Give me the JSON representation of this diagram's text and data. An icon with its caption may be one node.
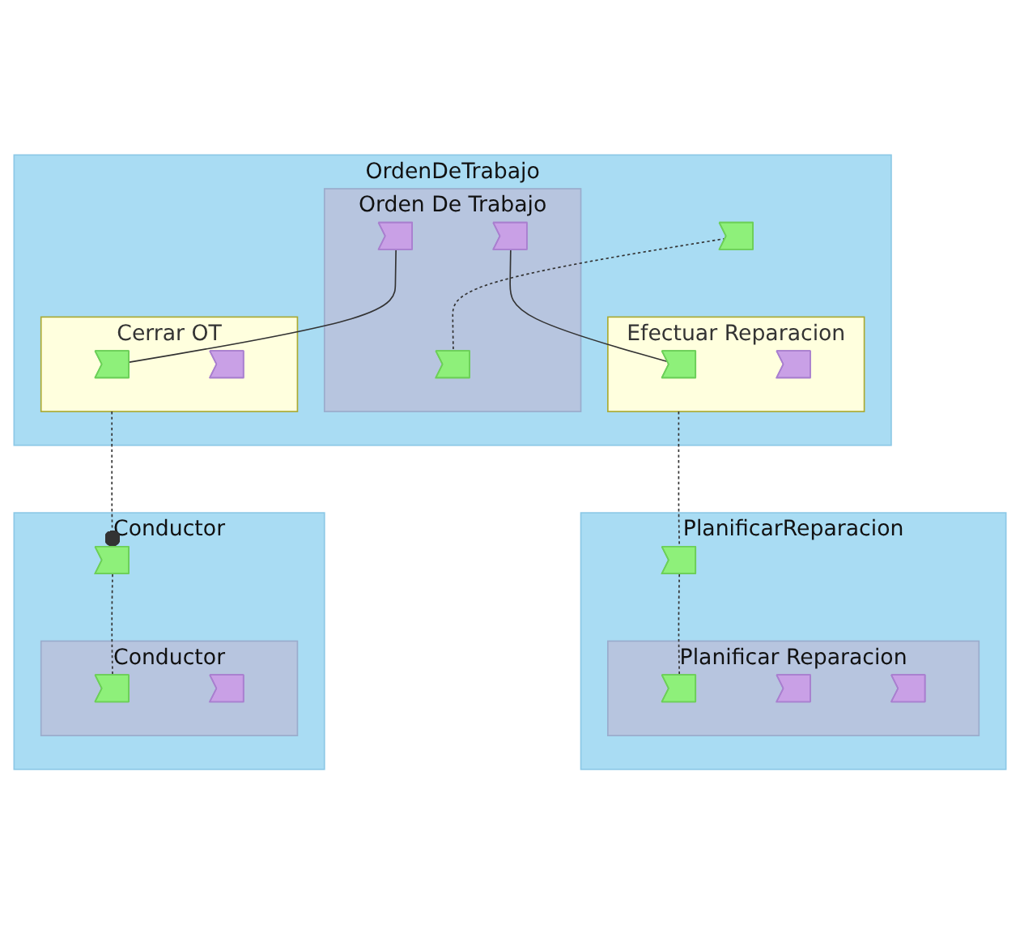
{
  "diagram": {
    "nodes": [
      {
        "text": [
          "OrdenDeTrabajo"
        ]
      },
      {
        "text": [],
        "shape": "chevron",
        "in": 0
      },
      {
        "text": [
          "Orden De Trabajo"
        ],
        "in": 0
      },
      {
        "text": [],
        "shape": "chevron",
        "in": 2
      },
      {
        "text": [],
        "shape": "chevron",
        "in": 2
      },
      {
        "text": [],
        "shape": "chevron",
        "in": 2
      },
      {
        "text": [
          "Efectuar Reparacion"
        ],
        "in": 0
      },
      {
        "text": [],
        "shape": "chevron",
        "in": 6
      },
      {
        "text": [],
        "shape": "chevron",
        "in": 6
      },
      {
        "text": [
          "Cerrar OT"
        ],
        "in": 0
      },
      {
        "text": [],
        "shape": "chevron",
        "in": 9
      },
      {
        "text": [],
        "shape": "chevron",
        "in": 9
      },
      {
        "text": [
          "PlanificarReparacion"
        ]
      },
      {
        "text": [],
        "shape": "chevron",
        "in": 12
      },
      {
        "text": [
          "Planificar Reparacion"
        ],
        "in": 12
      },
      {
        "text": [],
        "shape": "chevron",
        "in": 14
      },
      {
        "text": [],
        "shape": "chevron",
        "in": 14
      },
      {
        "text": [],
        "shape": "chevron",
        "in": 14
      },
      {
        "text": [
          "Conductor"
        ]
      },
      {
        "text": [],
        "shape": "chevron",
        "in": 18
      },
      {
        "text": [
          "Conductor"
        ],
        "in": 18
      },
      {
        "text": [],
        "shape": "chevron",
        "in": 20
      },
      {
        "text": [],
        "shape": "chevron",
        "in": 20
      }
    ],
    "edges": [
      {
        "from": 1,
        "to": 3,
        "arrow": "none",
        "style": "dashed"
      },
      {
        "from": 4,
        "to": 7,
        "arrow": "none"
      },
      {
        "from": 5,
        "to": 10,
        "arrow": "none"
      },
      {
        "from": 6,
        "to": 13,
        "arrow": "none",
        "style": "dashed"
      },
      {
        "from": 9,
        "to": 19,
        "arrow": "other",
        "style": "dashed"
      },
      {
        "from": 13,
        "to": 15,
        "arrow": "none",
        "style": "dashed"
      },
      {
        "from": 19,
        "to": 21,
        "arrow": "none",
        "style": "dashed"
      }
    ]
  }
}
